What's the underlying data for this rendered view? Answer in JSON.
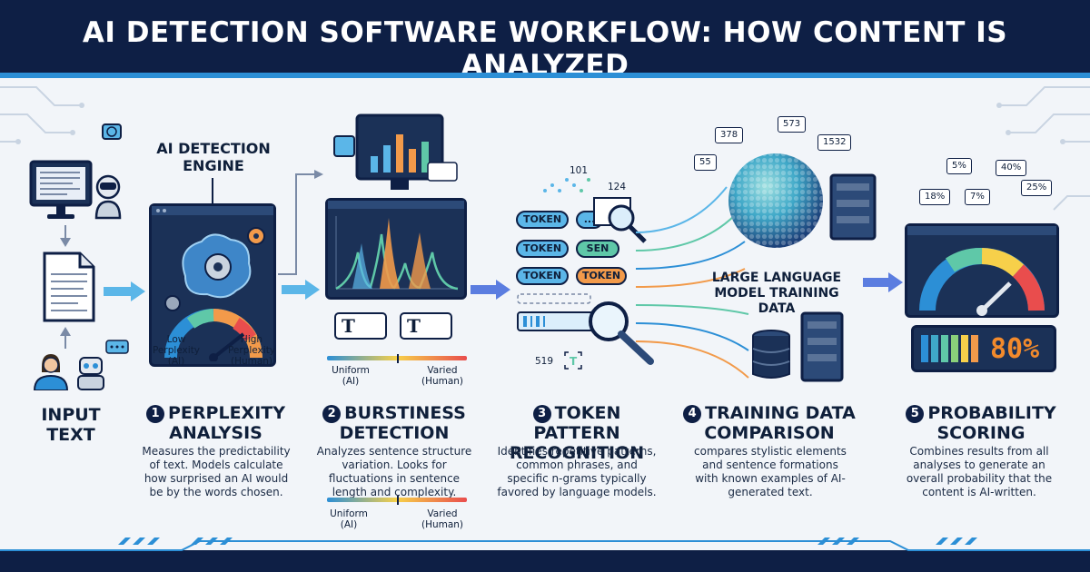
{
  "header": {
    "title": "AI DETECTION SOFTWARE WORKFLOW: HOW CONTENT IS ANALYZED"
  },
  "input": {
    "title": "INPUT\nTEXT"
  },
  "engine": {
    "label": "AI DETECTION\nENGINE"
  },
  "gauge1": {
    "low_label": "Low\nPerplexity\n(AI)",
    "high_label": "High\nPerplexity\n(Human)"
  },
  "stages": [
    {
      "num": "1",
      "title": "PERPLEXITY\nANALYSIS",
      "desc": "Measures the predictability of text. Models calculate how surprised an AI would be by the words chosen."
    },
    {
      "num": "2",
      "title": "BURSTINESS\nDETECTION",
      "desc": "Analyzes sentence structure variation. Looks for fluctuations in sentence length and complexity."
    },
    {
      "num": "3",
      "title": "TOKEN PATTERN\nRECOGNITION",
      "desc": "Identifies repetitive patterns, common phrases, and specific n-grams typically favored by language models."
    },
    {
      "num": "4",
      "title": "TRAINING DATA\nCOMPARISON",
      "desc": "compares stylistic elements and sentence formations with known examples of AI-generated text."
    },
    {
      "num": "5",
      "title": "PROBABILITY\nSCORING",
      "desc": "Combines results from all analyses to generate an overall probability that the content is AI-written."
    }
  ],
  "burst": {
    "uniform_label": "Uniform\n(AI)",
    "varied_label": "Varied\n(Human)",
    "bubble_glyph": "T"
  },
  "tokens": [
    {
      "left": "TOKEN",
      "right": "...",
      "right_color": "#5bb6e8"
    },
    {
      "left": "TOKEN",
      "right": "SEN",
      "right_color": "#5fc8a8"
    },
    {
      "left": "TOKEN",
      "right": "TOKEN",
      "right_color": "#f29a4a"
    }
  ],
  "token_numbers": {
    "n1": "101",
    "n2": "124",
    "n3": "519"
  },
  "llm": {
    "label": "LARGE LANGUAGE\nMODEL TRAINING\nDATA",
    "chips": [
      "378",
      "573",
      "1532",
      "55"
    ]
  },
  "scoring": {
    "chips": [
      "5%",
      "18%",
      "7%",
      "40%",
      "25%"
    ],
    "display": "80%"
  },
  "colors": {
    "navy": "#0e1f45",
    "accent": "#2c8fd6",
    "orange": "#f29a4a",
    "green": "#5fc8a8",
    "blue": "#5bb6e8"
  }
}
